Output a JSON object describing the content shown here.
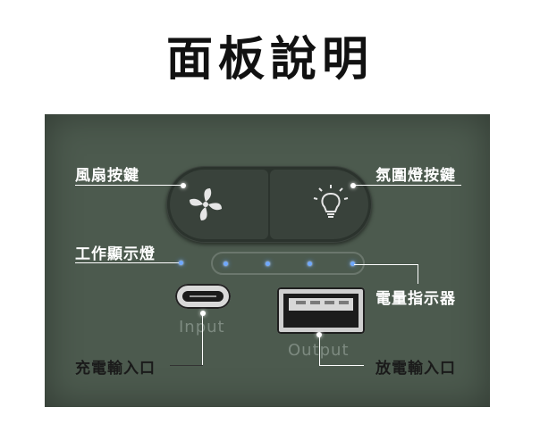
{
  "title": "面板說明",
  "labels": {
    "fan_button": "風扇按鍵",
    "light_button": "氛圍燈按鍵",
    "work_indicator": "工作顯示燈",
    "battery_indicator": "電量指示器",
    "charge_input": "充電輸入口",
    "discharge_output": "放電輸入口"
  },
  "ports": {
    "input": "Input",
    "output": "Output"
  },
  "colors": {
    "panel": "#4c5a4e",
    "button": "#39423b",
    "led": "#6fa8ff"
  },
  "icons": {
    "fan": "fan-icon",
    "light": "light-bulb-icon"
  }
}
